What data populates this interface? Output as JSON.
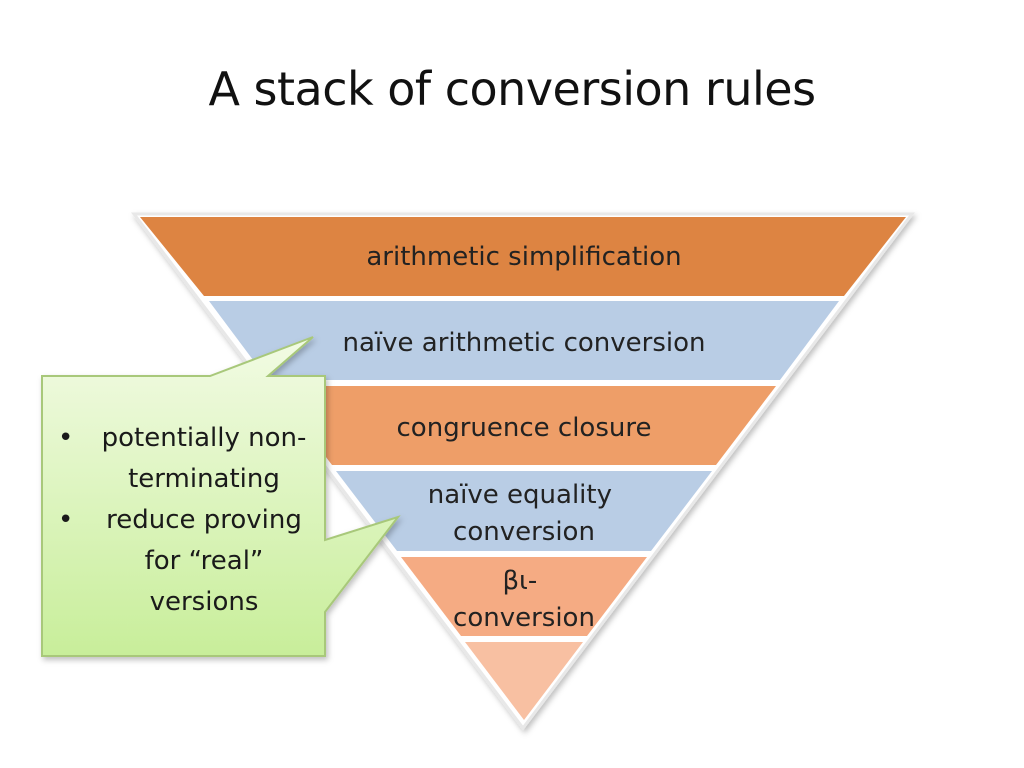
{
  "slide": {
    "title": "A stack of conversion rules"
  },
  "pyramid": {
    "layers": [
      {
        "label_lines": [
          "arithmetic simplification"
        ],
        "color": "#dd8442"
      },
      {
        "label_lines": [
          "naïve arithmetic conversion"
        ],
        "color": "#b9cde5"
      },
      {
        "label_lines": [
          "congruence closure"
        ],
        "color": "#ee9e68"
      },
      {
        "label_lines": [
          "naïve equality",
          "conversion"
        ],
        "color": "#b9cde5"
      },
      {
        "label_lines": [
          "βι-",
          "conversion"
        ],
        "color": "#f5ab83"
      },
      {
        "label_lines": [],
        "color": "#f8c0a2"
      }
    ],
    "border_color": "#e8e8e8"
  },
  "callout": {
    "fill_top": "#f2fbe4",
    "fill_bottom": "#c8ee9a",
    "border": "#a8c87a",
    "items": [
      {
        "bullet": "•",
        "lines": [
          "potentially non-",
          "terminating"
        ]
      },
      {
        "bullet": "•",
        "lines": [
          "reduce proving",
          "for “real”",
          "versions"
        ]
      }
    ]
  }
}
